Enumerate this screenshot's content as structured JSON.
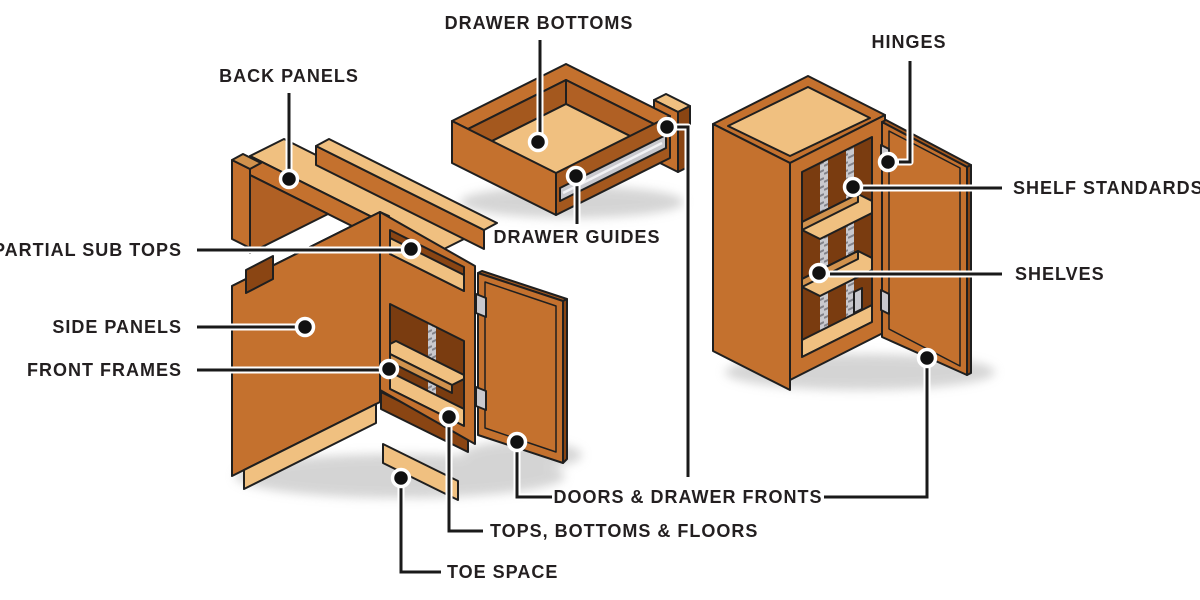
{
  "diagram": {
    "type": "exploded-parts-diagram",
    "components": [
      "base cabinet",
      "drawer box",
      "wall cabinet with door"
    ]
  },
  "labels": {
    "back_panels": {
      "text": "BACK PANELS"
    },
    "drawer_bottoms": {
      "text": "DRAWER BOTTOMS"
    },
    "hinges": {
      "text": "HINGES"
    },
    "partial_sub_tops": {
      "text": "PARTIAL SUB TOPS"
    },
    "drawer_guides": {
      "text": "DRAWER GUIDES"
    },
    "shelf_standards": {
      "text": "SHELF STANDARDS"
    },
    "side_panels": {
      "text": "SIDE PANELS"
    },
    "shelves": {
      "text": "SHELVES"
    },
    "front_frames": {
      "text": "FRONT FRAMES"
    },
    "doors_drawer_fronts": {
      "text": "DOORS & DRAWER FRONTS"
    },
    "tops_bottoms_floors": {
      "text": "TOPS, BOTTOMS & FLOORS"
    },
    "toe_space": {
      "text": "TOE SPACE"
    }
  },
  "colors": {
    "wood_face": "#C4712E",
    "wood_side": "#A4581E",
    "wood_dark": "#8A4513",
    "wood_interior": "#7A3C10",
    "panel_light": "#F0C080",
    "panel_edge": "#D1924D",
    "metal_gray": "#C9C9CE",
    "outline": "#1F1F1F",
    "label_text": "#231F20",
    "leader_line": "#1A1A1A"
  }
}
